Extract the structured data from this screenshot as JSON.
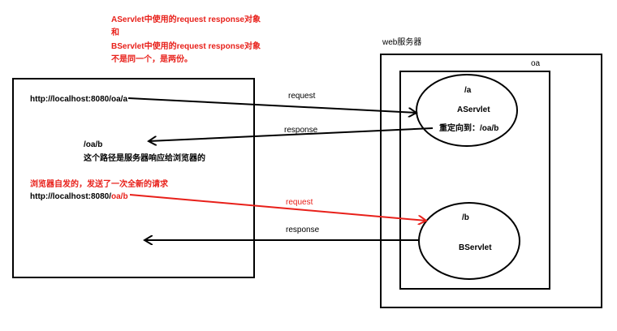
{
  "note": {
    "lines": [
      "AServlet中使用的request response对象",
      "和",
      "BServlet中使用的request response对象",
      "不是同一个，是两份。"
    ]
  },
  "browser": {
    "url_a": "http://localhost:8080/oa/a",
    "redirect_path": "/oa/b",
    "redirect_note": "这个路径是服务器响应给浏览器的",
    "auto_note": "浏览器自发的，发送了一次全新的请求",
    "url_b_prefix": "http://localhost:8080/",
    "url_b_suffix": "oa/b"
  },
  "server": {
    "label": "web服务器",
    "app_label": "oa",
    "servlet_a": {
      "path": "/a",
      "name": "AServlet",
      "redirect": "重定向到：/oa/b"
    },
    "servlet_b": {
      "path": "/b",
      "name": "BServlet"
    }
  },
  "arrows": {
    "request_1": "request",
    "response_1": "response",
    "request_2": "request",
    "response_2": "response"
  },
  "colors": {
    "line": "#000000",
    "accent": "#e8201a"
  }
}
